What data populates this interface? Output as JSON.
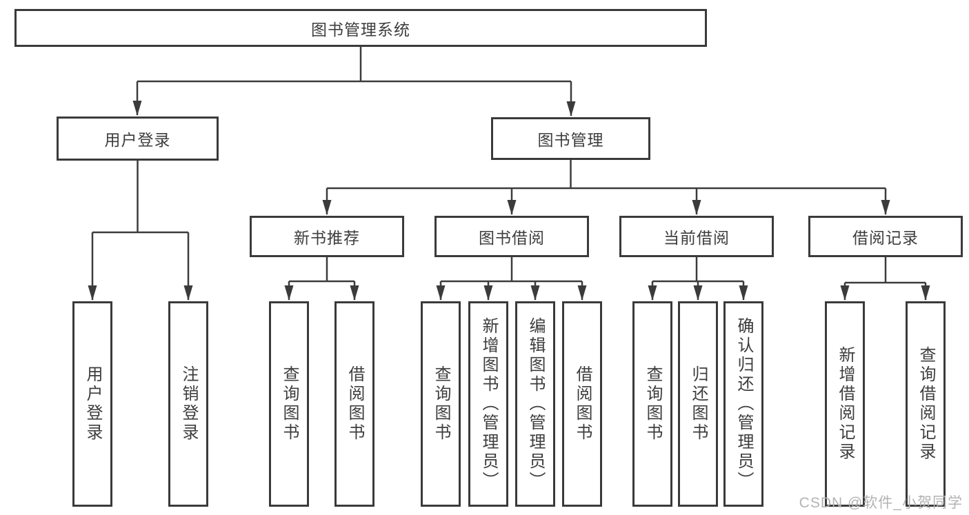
{
  "tree": {
    "root": {
      "label": "图书管理系统"
    },
    "children": [
      {
        "label": "用户登录",
        "children": [
          {
            "label": "用户登录"
          },
          {
            "label": "注销登录"
          }
        ]
      },
      {
        "label": "图书管理",
        "children": [
          {
            "label": "新书推荐",
            "children": [
              {
                "label": "查询图书"
              },
              {
                "label": "借阅图书"
              }
            ]
          },
          {
            "label": "图书借阅",
            "children": [
              {
                "label": "查询图书"
              },
              {
                "label": "新增图书（管理员）"
              },
              {
                "label": "编辑图书（管理员）"
              },
              {
                "label": "借阅图书"
              }
            ]
          },
          {
            "label": "当前借阅",
            "children": [
              {
                "label": "查询图书"
              },
              {
                "label": "归还图书"
              },
              {
                "label": "确认归还（管理员）"
              }
            ]
          },
          {
            "label": "借阅记录",
            "children": [
              {
                "label": "新增借阅记录"
              },
              {
                "label": "查询借阅记录"
              }
            ]
          }
        ]
      }
    ]
  },
  "colors": {
    "line": "#3b3b3b",
    "border": "#3a3a3a",
    "text": "#3d3d3d",
    "watermark": "#b3b3b3"
  },
  "watermark": {
    "text": "CSDN @软件_小贺同学"
  }
}
